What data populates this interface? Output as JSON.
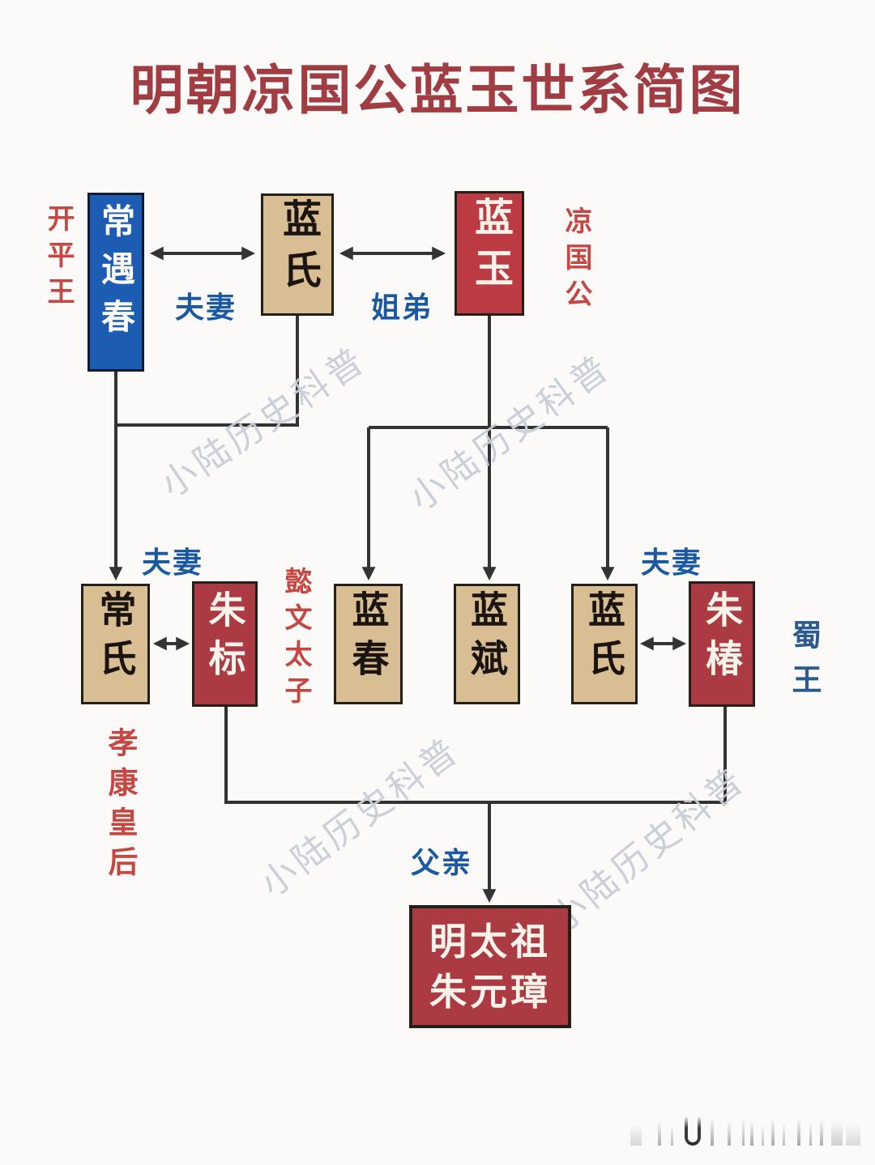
{
  "title": "明朝凉国公蓝玉世系简图",
  "watermark_text": "小陆历史科普",
  "colors": {
    "title_red": "#a23c43",
    "box_red": "#ac3a43",
    "box_red_bright": "#bc3b42",
    "box_blue": "#1c5cb3",
    "box_tan": "#d9bd93",
    "side_label_red": "#c64642",
    "relation_label_blue": "#1a59a2",
    "shuwang_navy": "#2b5a90",
    "connector_line": "#333333",
    "watermark_gray": "#c8cdd7"
  },
  "nodes": {
    "changyuchun": "常遇春",
    "lanshi_elder": "蓝氏",
    "lanyu": "蓝玉",
    "changshi": "常氏",
    "zhubiao": "朱标",
    "lanchun": "蓝春",
    "lanbin": "蓝斌",
    "lanshi_younger": "蓝氏",
    "zhuchun": "朱椿",
    "taizu_line1": "明太祖",
    "taizu_line2": "朱元璋"
  },
  "side_labels": {
    "kaipingwang": "开平王",
    "liangguogong": "凉国公",
    "yiwentaizi": "懿文太子",
    "shuwang": "蜀王",
    "xiaokanghuanghou": "孝康皇后"
  },
  "relations": {
    "fuqi_top": "夫妻",
    "jiedi": "姐弟",
    "fuqi_left": "夫妻",
    "fuqi_right": "夫妻",
    "fuqin": "父亲"
  }
}
